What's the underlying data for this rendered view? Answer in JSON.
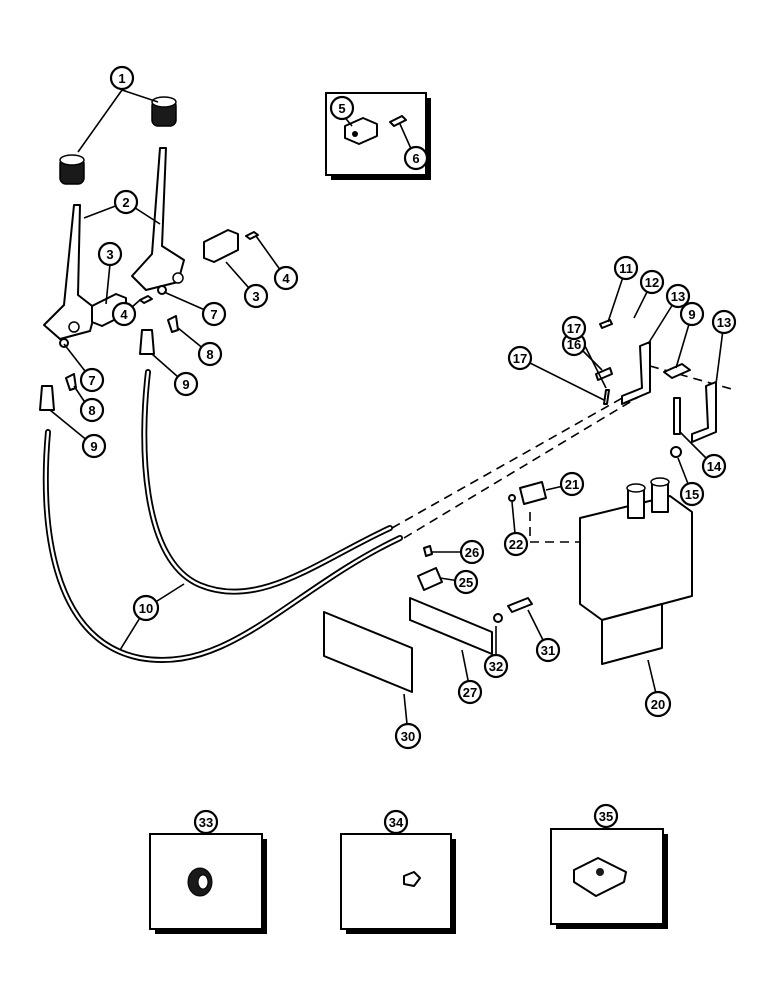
{
  "callouts": [
    {
      "id": "c1",
      "label": "1"
    },
    {
      "id": "c2",
      "label": "2"
    },
    {
      "id": "c3a",
      "label": "3"
    },
    {
      "id": "c3b",
      "label": "3"
    },
    {
      "id": "c4a",
      "label": "4"
    },
    {
      "id": "c4b",
      "label": "4"
    },
    {
      "id": "c5",
      "label": "5"
    },
    {
      "id": "c6",
      "label": "6"
    },
    {
      "id": "c7a",
      "label": "7"
    },
    {
      "id": "c7b",
      "label": "7"
    },
    {
      "id": "c8a",
      "label": "8"
    },
    {
      "id": "c8b",
      "label": "8"
    },
    {
      "id": "c9a",
      "label": "9"
    },
    {
      "id": "c9b",
      "label": "9"
    },
    {
      "id": "c9c",
      "label": "9"
    },
    {
      "id": "c10",
      "label": "10"
    },
    {
      "id": "c11",
      "label": "11"
    },
    {
      "id": "c12",
      "label": "12"
    },
    {
      "id": "c13a",
      "label": "13"
    },
    {
      "id": "c13b",
      "label": "13"
    },
    {
      "id": "c14",
      "label": "14"
    },
    {
      "id": "c15",
      "label": "15"
    },
    {
      "id": "c16",
      "label": "16"
    },
    {
      "id": "c17a",
      "label": "17"
    },
    {
      "id": "c17b",
      "label": "17"
    },
    {
      "id": "c20",
      "label": "20"
    },
    {
      "id": "c21",
      "label": "21"
    },
    {
      "id": "c22",
      "label": "22"
    },
    {
      "id": "c25",
      "label": "25"
    },
    {
      "id": "c26",
      "label": "26"
    },
    {
      "id": "c27",
      "label": "27"
    },
    {
      "id": "c30",
      "label": "30"
    },
    {
      "id": "c31",
      "label": "31"
    },
    {
      "id": "c32",
      "label": "32"
    },
    {
      "id": "c33",
      "label": "33"
    },
    {
      "id": "c34",
      "label": "34"
    },
    {
      "id": "c35",
      "label": "35"
    }
  ]
}
